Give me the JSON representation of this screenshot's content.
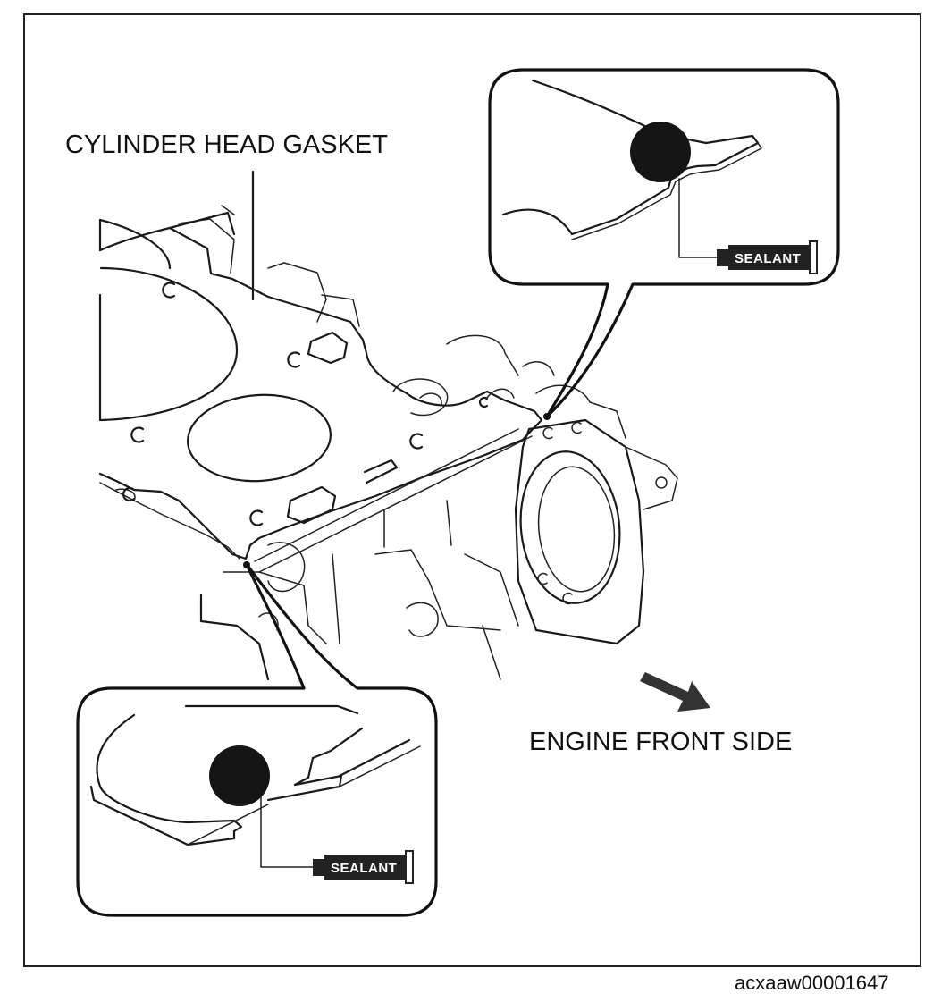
{
  "labels": {
    "gasket": "CYLINDER HEAD GASKET",
    "front": "ENGINE FRONT SIDE",
    "sealant_top": "SEALANT",
    "sealant_bottom": "SEALANT",
    "figure_code": "acxaaw00001647"
  },
  "colors": {
    "line": "#1a1a1a",
    "sealant": "#151515",
    "border": "#222222"
  },
  "icons": [
    "arrow-icon",
    "sealant-tube-icon"
  ]
}
